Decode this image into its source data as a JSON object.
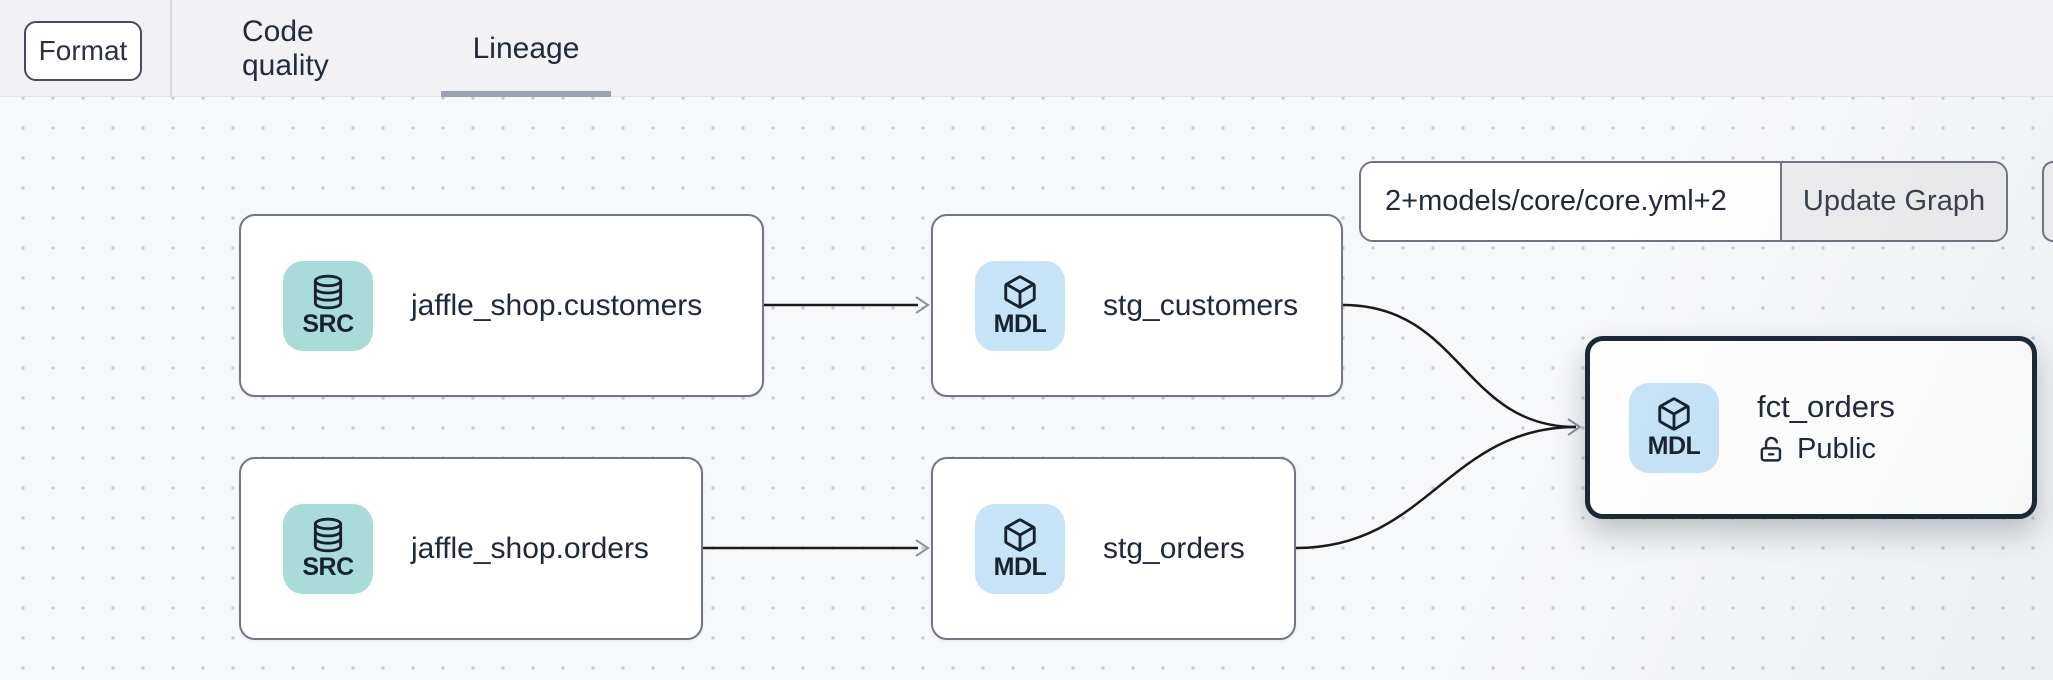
{
  "header": {
    "format_button": "Format",
    "tabs": [
      {
        "label": "Code quality",
        "active": false
      },
      {
        "label": "Lineage",
        "active": true
      }
    ]
  },
  "toolbar": {
    "selector_value": "2+models/core/core.yml+2",
    "update_button": "Update Graph"
  },
  "canvas": {
    "nodes": [
      {
        "id": "jaffle_shop.customers",
        "type": "source",
        "badge": "SRC",
        "icon": "database-icon",
        "label": "jaffle_shop.customers"
      },
      {
        "id": "stg_customers",
        "type": "model",
        "badge": "MDL",
        "icon": "cube-icon",
        "label": "stg_customers"
      },
      {
        "id": "jaffle_shop.orders",
        "type": "source",
        "badge": "SRC",
        "icon": "database-icon",
        "label": "jaffle_shop.orders"
      },
      {
        "id": "stg_orders",
        "type": "model",
        "badge": "MDL",
        "icon": "cube-icon",
        "label": "stg_orders"
      },
      {
        "id": "fct_orders",
        "type": "model",
        "badge": "MDL",
        "icon": "cube-icon",
        "label": "fct_orders",
        "access": "Public",
        "access_icon": "unlock-icon",
        "selected": true
      }
    ],
    "edges": [
      {
        "from": "jaffle_shop.customers",
        "to": "stg_customers"
      },
      {
        "from": "jaffle_shop.orders",
        "to": "stg_orders"
      },
      {
        "from": "stg_customers",
        "to": "fct_orders"
      },
      {
        "from": "stg_orders",
        "to": "fct_orders"
      }
    ]
  },
  "colors": {
    "source_badge_bg": "#a9dcd9",
    "model_badge_bg": "#c6e3f8",
    "selected_node_border": "#1d2836",
    "node_border": "#6f7684",
    "edge": "#1a1a1a",
    "arrowhead": "#8b92a0",
    "tab_underline": "#9aa2af",
    "header_bg": "#f2f2f4",
    "canvas_bg": "#f7f8fa"
  }
}
